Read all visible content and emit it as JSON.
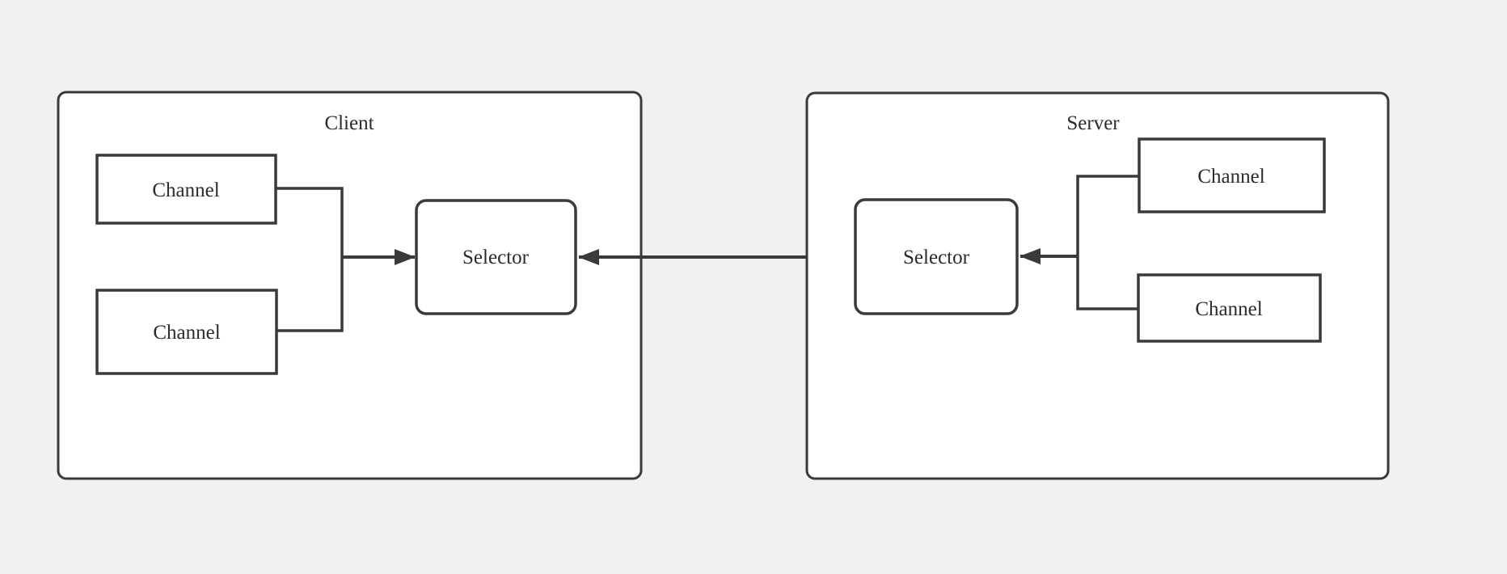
{
  "colors": {
    "background": "#f1f1f1",
    "stroke": "#3a3a3a",
    "node_fill": "#ffffff",
    "text": "#2b2b2b"
  },
  "diagram": {
    "client": {
      "label": "Client",
      "channels": [
        {
          "label": "Channel"
        },
        {
          "label": "Channel"
        }
      ],
      "selector": {
        "label": "Selector"
      }
    },
    "server": {
      "label": "Server",
      "channels": [
        {
          "label": "Channel"
        },
        {
          "label": "Channel"
        }
      ],
      "selector": {
        "label": "Selector"
      }
    },
    "edges": [
      {
        "from": "client.channel-1",
        "to": "client.merge-line",
        "style": "line"
      },
      {
        "from": "client.channel-2",
        "to": "client.merge-line",
        "style": "line"
      },
      {
        "from": "client.merge-line",
        "to": "client.selector",
        "style": "arrow"
      },
      {
        "from": "client.selector",
        "to": "server.selector",
        "style": "double-arrow"
      },
      {
        "from": "server.merge-line",
        "to": "server.selector",
        "style": "arrow"
      },
      {
        "from": "server.channel-1",
        "to": "server.merge-line",
        "style": "line"
      },
      {
        "from": "server.channel-2",
        "to": "server.merge-line",
        "style": "line"
      }
    ]
  }
}
